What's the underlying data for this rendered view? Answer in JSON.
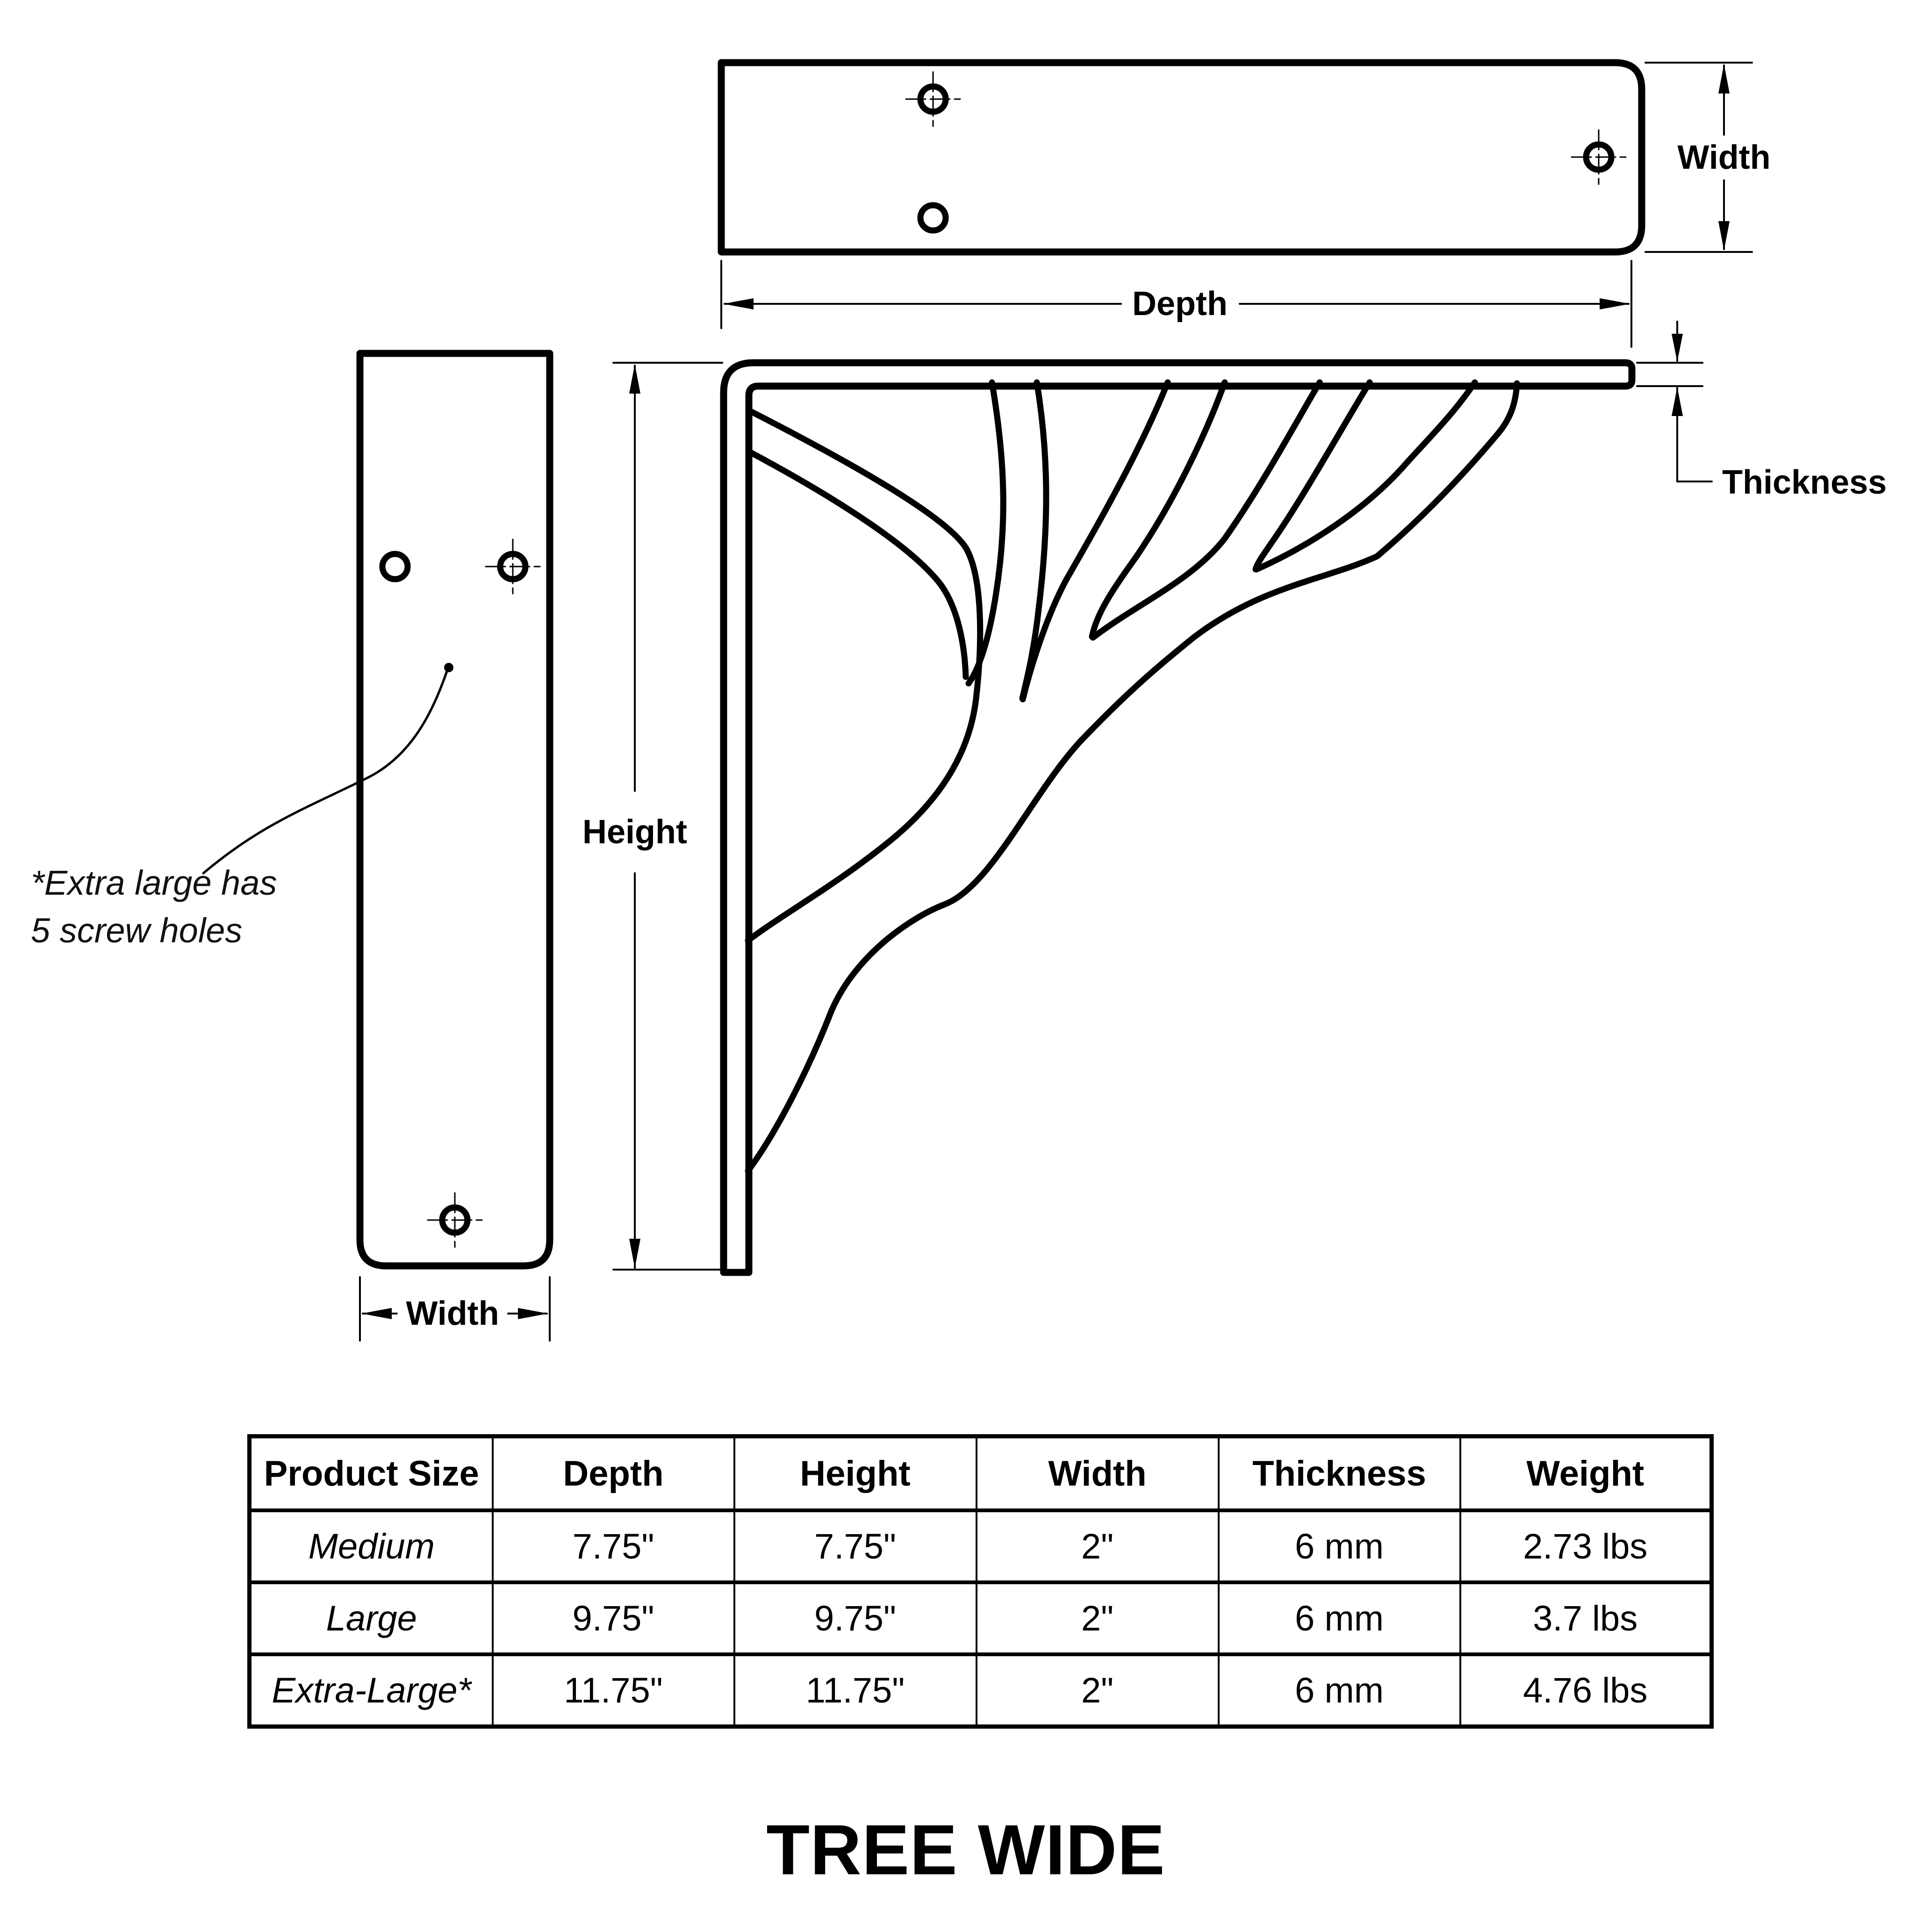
{
  "title": "TREE WIDE",
  "note": {
    "line1": "*Extra large has",
    "line2": "5 screw holes"
  },
  "labels": {
    "width_top": "Width",
    "depth": "Depth",
    "thickness": "Thickness",
    "height": "Height",
    "width_bottom": "Width"
  },
  "table": {
    "headers": [
      "Product Size",
      "Depth",
      "Height",
      "Width",
      "Thickness",
      "Weight"
    ],
    "rows": [
      [
        "Medium",
        "7.75\"",
        "7.75\"",
        "2\"",
        "6 mm",
        "2.73 lbs"
      ],
      [
        "Large",
        "9.75\"",
        "9.75\"",
        "2\"",
        "6 mm",
        "3.7 lbs"
      ],
      [
        "Extra-Large*",
        "11.75\"",
        "11.75\"",
        "2\"",
        "6 mm",
        "4.76 lbs"
      ]
    ]
  },
  "colors": {
    "line": "#000000",
    "background": "#ffffff"
  }
}
